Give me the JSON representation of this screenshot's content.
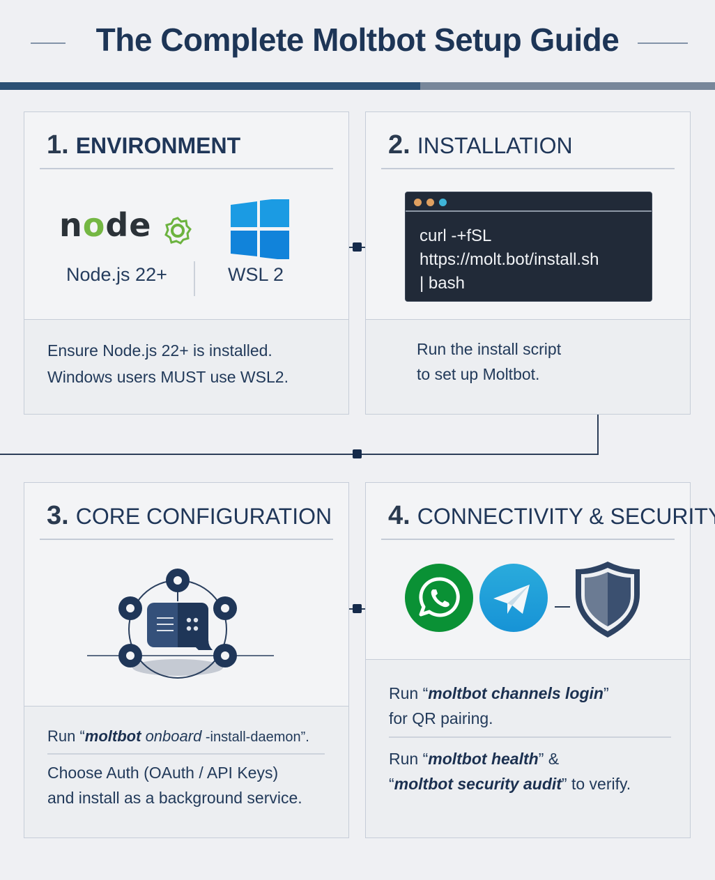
{
  "header": {
    "title": "The Complete Moltbot Setup Guide",
    "progress_colors": {
      "fill": "#2b5074",
      "rest": "#78879a"
    }
  },
  "steps": [
    {
      "number": "1.",
      "label": "ENVIRONMENT",
      "logos": [
        {
          "icon": "nodejs-logo-icon",
          "text": "node",
          "caption": "Node.js 22+"
        },
        {
          "icon": "windows-logo-icon",
          "caption": "WSL 2"
        }
      ],
      "description_lines": [
        "Ensure Node.js 22+ is installed.",
        "Windows users MUST use WSL2."
      ]
    },
    {
      "number": "2.",
      "label": "INSTALLATION",
      "terminal": {
        "dot_colors": [
          "#e0a060",
          "#e0a060",
          "#3fb4d8"
        ],
        "lines": [
          "curl -+fSL",
          "https://molt.bot/install.sh",
          "| bash"
        ]
      },
      "description_lines": [
        "Run the install script",
        "to set up Moltbot."
      ]
    },
    {
      "number": "3.",
      "label": "CORE CONFIGURATION",
      "icon": "network-chat-hub-icon",
      "description": {
        "line1_prefix": "Run “",
        "line1_cmd_bold": "moltbot",
        "line1_cmd_italic": " onboard",
        "line1_suffix": " -install-daemon”.",
        "lines": [
          "Choose Auth (OAuth / API Keys)",
          "and install as a background service."
        ]
      }
    },
    {
      "number": "4.",
      "label": "CONNECTIVITY & SECURITY",
      "icons": [
        "whatsapp-icon",
        "telegram-icon",
        "shield-icon"
      ],
      "description": {
        "p1_prefix": "Run “",
        "p1_cmd": "moltbot channels login",
        "p1_suffix": "”",
        "p1_line2": "for QR pairing.",
        "p2_prefix": "Run “",
        "p2_cmd1": "moltbot health",
        "p2_mid": "” &",
        "p2_open": "“",
        "p2_cmd2": "moltbot security audit",
        "p2_suffix": "” to verify."
      }
    }
  ]
}
